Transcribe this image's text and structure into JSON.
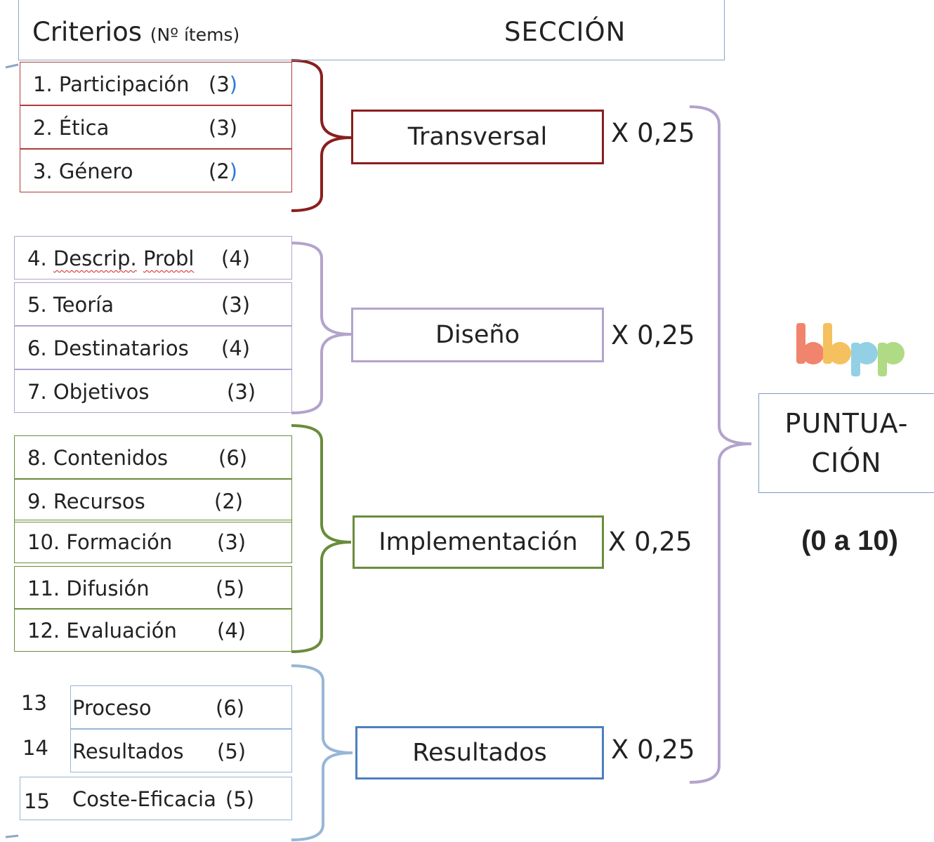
{
  "header": {
    "criterios_title": "Criterios",
    "criterios_sub": "(Nº ítems)",
    "seccion_title": "SECCIÓN"
  },
  "sections": {
    "transversal": {
      "label": "Transversal",
      "multiplier": "X 0,25",
      "items": [
        {
          "label": "1. Participación",
          "count": "(3",
          "paren": ")"
        },
        {
          "label": "2. Ética",
          "count": "(3)",
          "paren": ""
        },
        {
          "label": "3. Género",
          "count": "(2",
          "paren": ")"
        }
      ]
    },
    "diseno": {
      "label": "Diseño",
      "multiplier": "X 0,25",
      "items": [
        {
          "num": "4. ",
          "label_a": "Descrip.",
          "label_b": "Probl",
          "count": "(4)"
        },
        {
          "label": "5. Teoría",
          "count": "(3)"
        },
        {
          "label": "6. Destinatarios",
          "count": "(4)"
        },
        {
          "label": "7. Objetivos",
          "count": "(3)"
        }
      ]
    },
    "implementacion": {
      "label": "Implementación",
      "multiplier": "X 0,25",
      "items": [
        {
          "label": "8. Contenidos",
          "count": "(6)"
        },
        {
          "label": "9. Recursos",
          "count": "(2)"
        },
        {
          "label": "10. Formación",
          "count": "(3)"
        },
        {
          "label": "11. Difusión",
          "count": "(5)"
        },
        {
          "label": "12. Evaluación",
          "count": "(4)"
        }
      ]
    },
    "resultados": {
      "label": "Resultados",
      "multiplier": "X 0,25",
      "items": [
        {
          "num": "13",
          "label": "Proceso",
          "count": "(6)"
        },
        {
          "num": "14",
          "label": "Resultados",
          "count": "(5)"
        },
        {
          "num": "15",
          "label": "Coste-Eficacia",
          "count": "(5)"
        }
      ]
    }
  },
  "score": {
    "line1": "PUNTUA-",
    "line2": "CIÓN",
    "range": "(0 a 10)"
  },
  "logo": {
    "letters": "bbpp"
  },
  "colors": {
    "transversal": "#8b1e1e",
    "diseno": "#a893c9",
    "implementacion": "#6a8c3c",
    "resultados": "#4d7fc0",
    "score_bracket": "#b3a3cc",
    "paren_blue": "#2a7ad4"
  }
}
